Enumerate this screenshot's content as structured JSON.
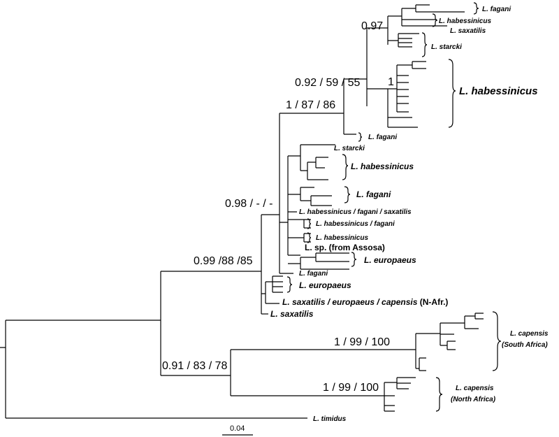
{
  "support_values": {
    "n_097": "0.97",
    "n_092": "0.92 / 59 / 55",
    "n_1_hab": "1",
    "n_1_87": "1 / 87 / 86",
    "n_098": "0.98 / - / -",
    "n_099": "0.99 /88 /85",
    "n_091": "0.91 / 83 / 78",
    "n_cap_s": "1 / 99 / 100",
    "n_cap_n": "1 / 99 / 100"
  },
  "taxa": {
    "t1": "L. fagani",
    "t2": "L. habessinicus",
    "t3": "L. saxatilis",
    "t4": "L. starcki",
    "t5": "L. habessinicus",
    "t6": "L. fagani",
    "t7": "L. starcki",
    "t8": "L. habessinicus",
    "t9": "L. fagani",
    "t10": "L. habessinicus / fagani / saxatilis",
    "t11": "L. habessinicus / fagani",
    "t12": "L. habessinicus",
    "t13": "L. sp. (from Assosa)",
    "t14": "L. europaeus",
    "t15": "L. fagani",
    "t16": "L. europaeus",
    "t17": "L. saxatilis / europaeus / capensis",
    "t17b": "(N-Afr.)",
    "t18": "L. saxatilis",
    "t19a": "L. capensis",
    "t19b": "(South Africa)",
    "t20a": "L. capensis",
    "t20b": "(North Africa)",
    "t21": "L. timidus"
  },
  "scale": {
    "label": "0.04"
  }
}
